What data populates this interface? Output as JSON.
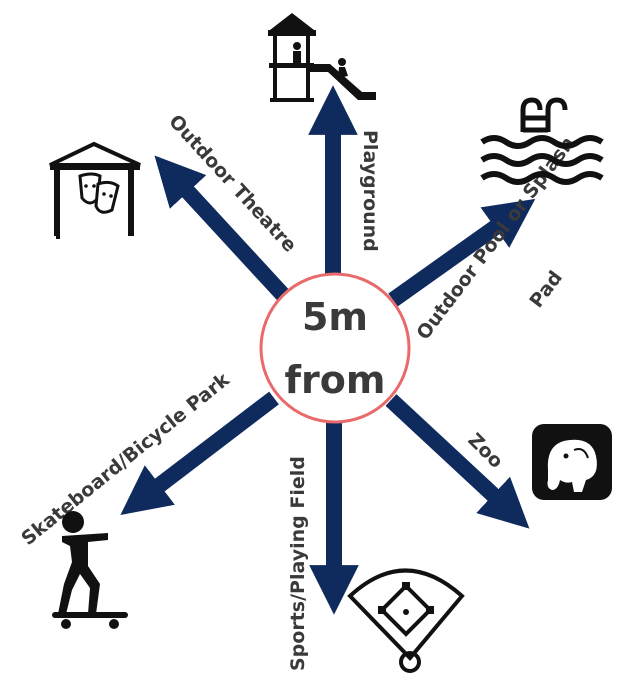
{
  "center": {
    "line1": "5m",
    "line2": "from"
  },
  "labels": {
    "playground": "Playground",
    "theatre": "Outdoor Theatre",
    "pool_line1": "Outdoor Pool or Splash",
    "pool_line2": "Pad",
    "skate": "Skateboard/Bicycle Park",
    "sports": "Sports/Playing Field",
    "zoo": "Zoo"
  },
  "icons": {
    "playground": "playground-icon",
    "theatre": "theatre-icon",
    "pool": "pool-icon",
    "skate": "skateboarder-icon",
    "sports": "baseball-field-icon",
    "zoo": "elephant-icon"
  },
  "colors": {
    "arrow": "#0f2a5c",
    "circle": "#e86a6a",
    "text": "#3a3a3a",
    "icon": "#111111"
  }
}
